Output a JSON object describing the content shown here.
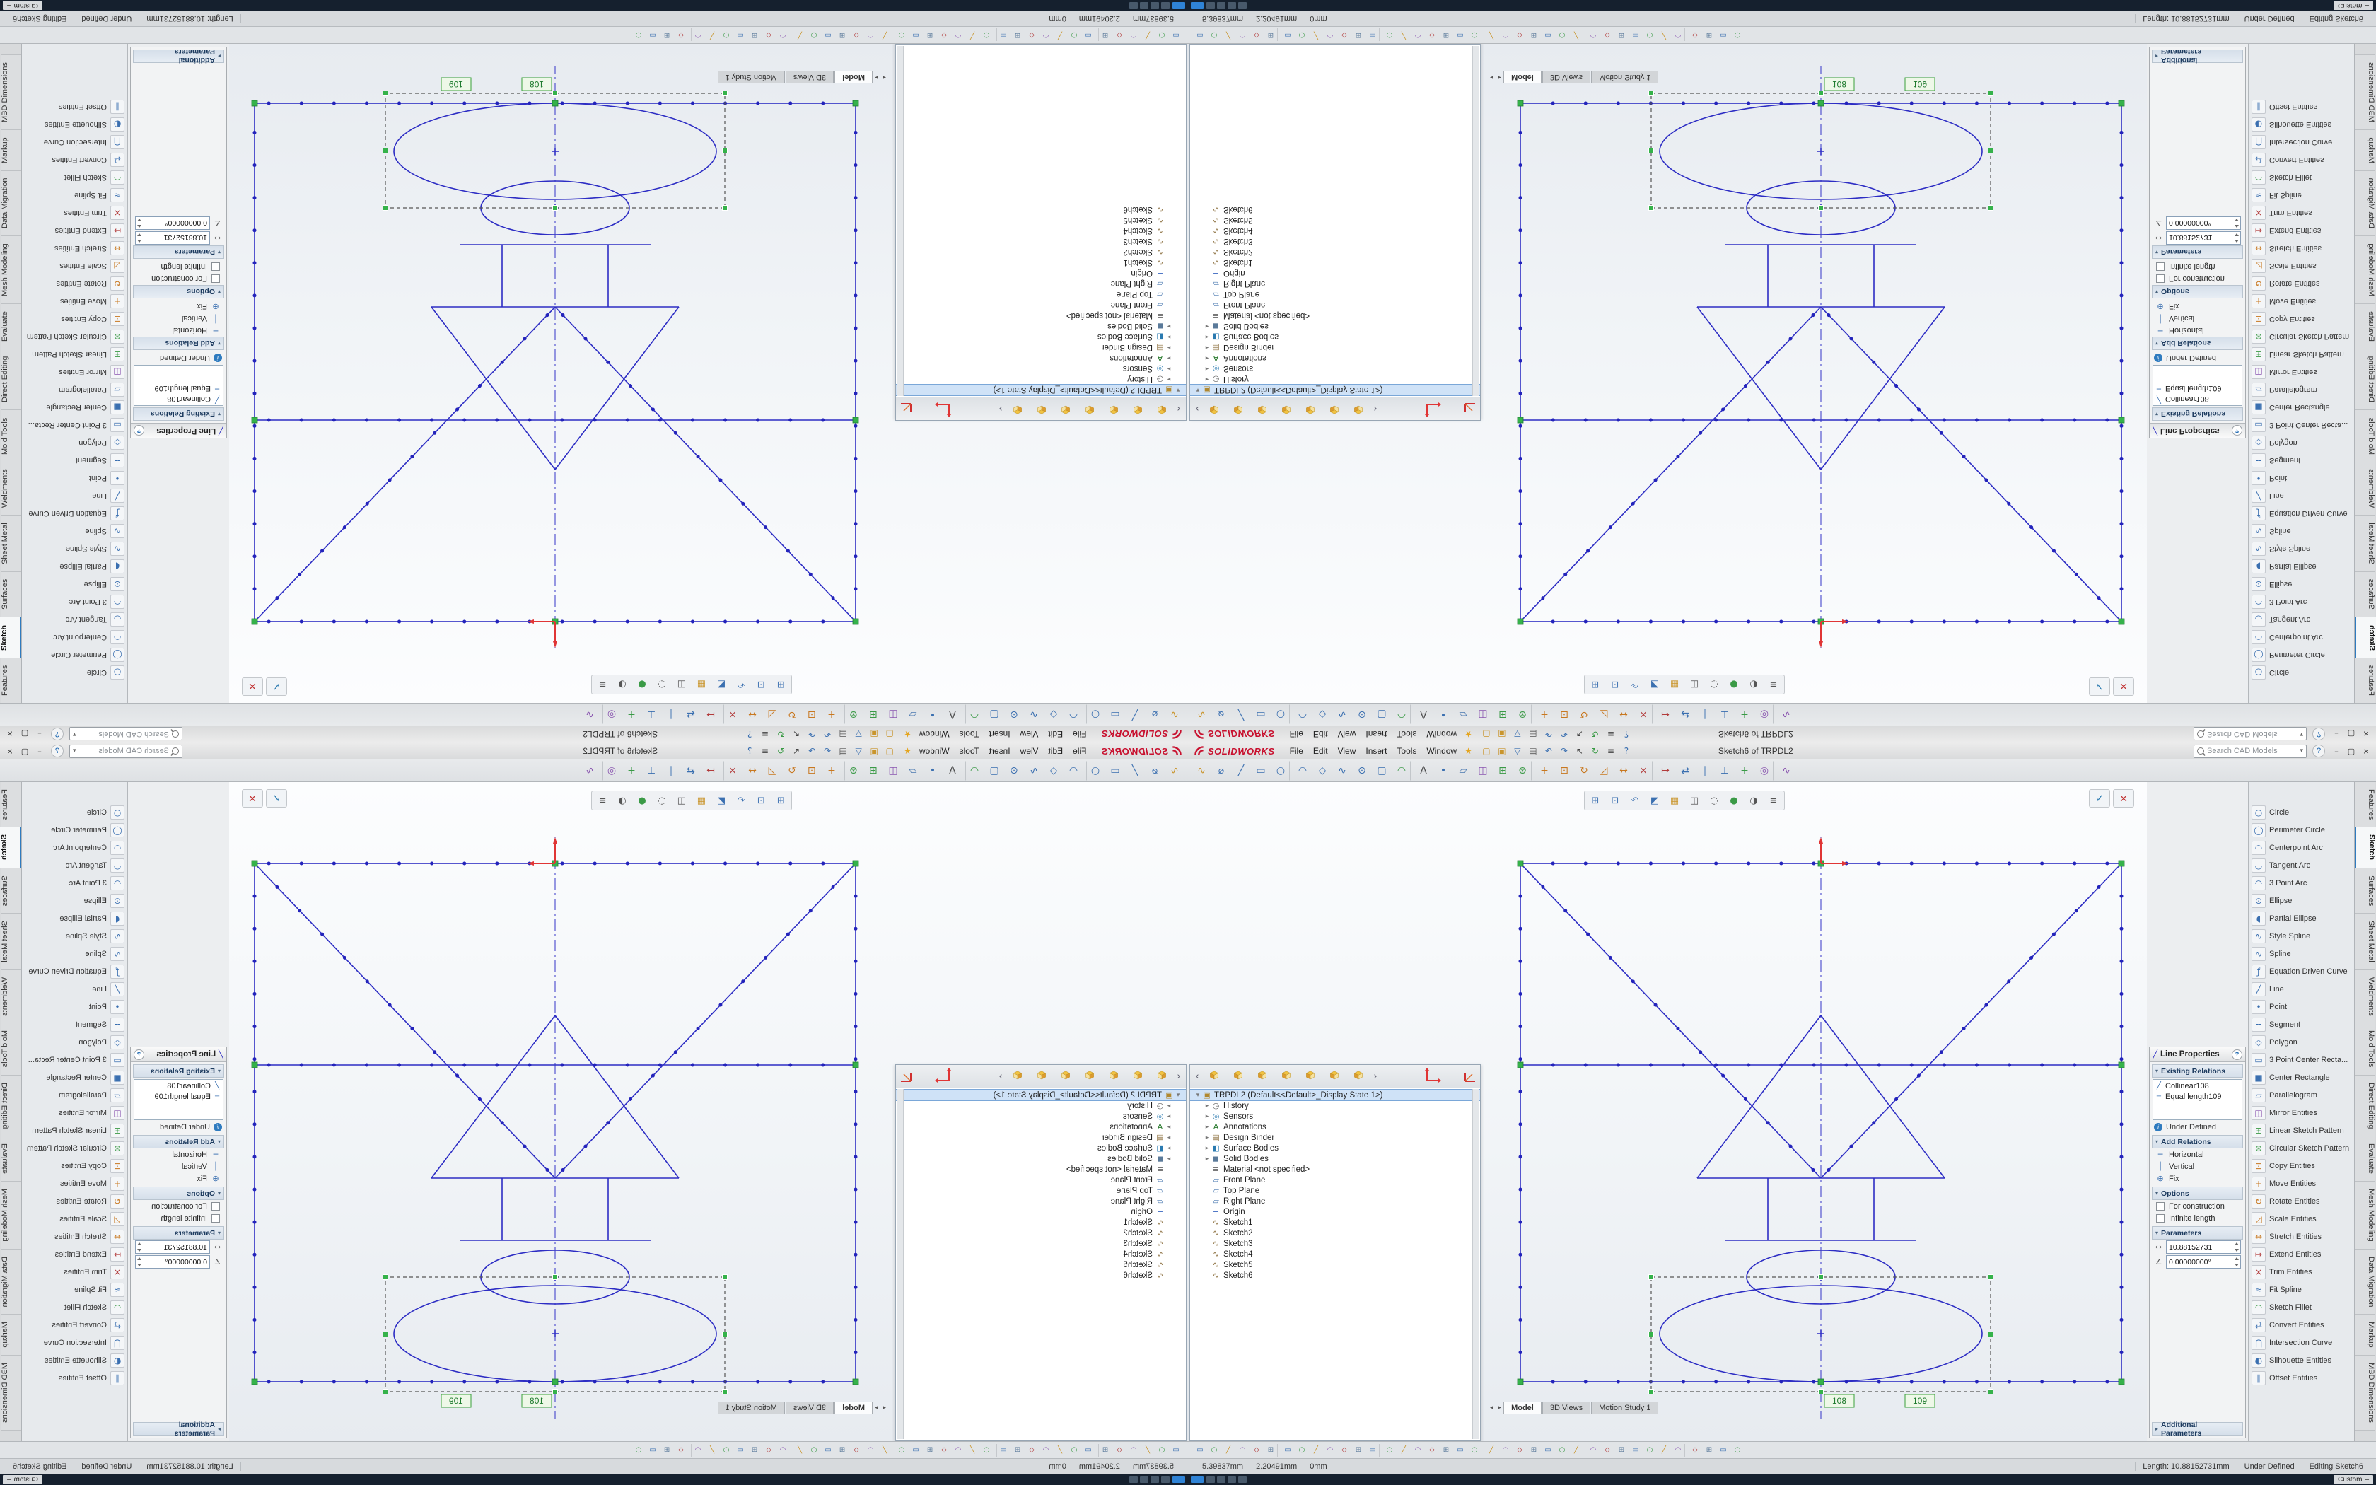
{
  "window": {
    "logo_text": "SOLIDWORKS",
    "menus": [
      "File",
      "Edit",
      "View",
      "Insert",
      "Tools",
      "Window"
    ],
    "doc_title": "Sketch6 of TRPDL2",
    "search_placeholder": "Search CAD Models",
    "quick_access_icons": [
      "new",
      "open",
      "save",
      "print",
      "undo",
      "redo",
      "select",
      "rebuild",
      "options",
      "help"
    ],
    "controls": [
      "minimize",
      "restore",
      "close"
    ]
  },
  "commandmanager_icons": [
    "exit-sketch",
    "smart-dimension",
    "line",
    "corner-rectangle",
    "circle",
    "centerpoint-arc",
    "polygon",
    "spline",
    "ellipse",
    "slot",
    "fillet",
    "text",
    "point",
    "plane",
    "mirror",
    "linear-pattern",
    "circular-pattern",
    "move",
    "copy",
    "rotate",
    "scale",
    "stretch",
    "trim",
    "extend",
    "convert",
    "offset",
    "display-relations",
    "repair-sketch",
    "quick-snaps",
    "rapid-sketch"
  ],
  "headsup_icons": [
    "zoom-fit",
    "zoom-area",
    "previous-view",
    "section-view",
    "view-orientation",
    "display-style",
    "hide-show",
    "appearance",
    "scene",
    "settings"
  ],
  "confirmation_corner": [
    "confirm",
    "cancel"
  ],
  "view_cube_buttons": [
    "front",
    "back",
    "left",
    "right",
    "top",
    "bottom",
    "isometric"
  ],
  "tree": {
    "items": [
      {
        "icon": "part",
        "label": "TRPDL2 (Default<<Default>_Display State 1>)",
        "arrow": "▾",
        "indent": 0,
        "selected": true
      },
      {
        "icon": "history",
        "label": "History",
        "arrow": "▸",
        "indent": 1
      },
      {
        "icon": "sensors",
        "label": "Sensors",
        "arrow": "▸",
        "indent": 1
      },
      {
        "icon": "annotations",
        "label": "Annotations",
        "arrow": "▸",
        "indent": 1
      },
      {
        "icon": "binder",
        "label": "Design Binder",
        "arrow": "▸",
        "indent": 1
      },
      {
        "icon": "surface-bodies",
        "label": "Surface Bodies",
        "arrow": "▸",
        "indent": 1
      },
      {
        "icon": "solid-bodies",
        "label": "Solid Bodies",
        "arrow": "▸",
        "indent": 1
      },
      {
        "icon": "material",
        "label": "Material <not specified>",
        "arrow": "",
        "indent": 1
      },
      {
        "icon": "plane",
        "label": "Front Plane",
        "arrow": "",
        "indent": 1
      },
      {
        "icon": "plane",
        "label": "Top Plane",
        "arrow": "",
        "indent": 1
      },
      {
        "icon": "plane",
        "label": "Right Plane",
        "arrow": "",
        "indent": 1
      },
      {
        "icon": "origin",
        "label": "Origin",
        "arrow": "",
        "indent": 1
      },
      {
        "icon": "sketch",
        "label": "Sketch1",
        "arrow": "",
        "indent": 1
      },
      {
        "icon": "sketch",
        "label": "Sketch2",
        "arrow": "",
        "indent": 1
      },
      {
        "icon": "sketch",
        "label": "Sketch3",
        "arrow": "",
        "indent": 1
      },
      {
        "icon": "sketch",
        "label": "Sketch4",
        "arrow": "",
        "indent": 1
      },
      {
        "icon": "sketch",
        "label": "Sketch5",
        "arrow": "",
        "indent": 1
      },
      {
        "icon": "sketch",
        "label": "Sketch6",
        "arrow": "",
        "indent": 1
      }
    ]
  },
  "sketch": {
    "relation_tags": [
      "108",
      "109"
    ]
  },
  "property_manager": {
    "title": "Line Properties",
    "existing_relations": {
      "label": "Existing Relations",
      "items": [
        {
          "icon": "collinear",
          "label": "Collinear108"
        },
        {
          "icon": "equal",
          "label": "Equal length109"
        }
      ],
      "status": "Under Defined"
    },
    "add_relations": {
      "label": "Add Relations",
      "items": [
        {
          "icon": "horizontal",
          "label": "Horizontal"
        },
        {
          "icon": "vertical",
          "label": "Vertical"
        },
        {
          "icon": "fix",
          "label": "Fix"
        }
      ]
    },
    "options": {
      "label": "Options",
      "items": [
        {
          "label": "For construction"
        },
        {
          "label": "Infinite length"
        }
      ]
    },
    "parameters": {
      "label": "Parameters",
      "fields": [
        {
          "icon": "length",
          "value": "10.88152731"
        },
        {
          "icon": "angle",
          "value": "0.00000000°"
        }
      ]
    },
    "additional_parameters": {
      "label": "Additional Parameters"
    }
  },
  "palette": {
    "items": [
      {
        "icon": "circle",
        "label": "Circle"
      },
      {
        "icon": "perimeter-circle",
        "label": "Perimeter Circle"
      },
      {
        "icon": "centerpoint-arc",
        "label": "Centerpoint Arc"
      },
      {
        "icon": "tangent-arc",
        "label": "Tangent Arc"
      },
      {
        "icon": "three-point-arc",
        "label": "3 Point Arc"
      },
      {
        "icon": "ellipse",
        "label": "Ellipse"
      },
      {
        "icon": "partial-ellipse",
        "label": "Partial Ellipse"
      },
      {
        "icon": "style-spline",
        "label": "Style Spline"
      },
      {
        "icon": "spline",
        "label": "Spline"
      },
      {
        "icon": "equation-curve",
        "label": "Equation Driven Curve"
      },
      {
        "icon": "line",
        "label": "Line"
      },
      {
        "icon": "point",
        "label": "Point"
      },
      {
        "icon": "segment",
        "label": "Segment"
      },
      {
        "icon": "polygon",
        "label": "Polygon"
      },
      {
        "icon": "three-point-center-rect",
        "label": "3 Point Center Recta..."
      },
      {
        "icon": "center-rect",
        "label": "Center Rectangle"
      },
      {
        "icon": "parallelogram",
        "label": "Parallelogram"
      },
      {
        "icon": "mirror",
        "label": "Mirror Entities"
      },
      {
        "icon": "linear-pattern",
        "label": "Linear Sketch Pattern"
      },
      {
        "icon": "circular-pattern",
        "label": "Circular Sketch Pattern"
      },
      {
        "icon": "copy",
        "label": "Copy Entities"
      },
      {
        "icon": "move",
        "label": "Move Entities"
      },
      {
        "icon": "rotate",
        "label": "Rotate Entities"
      },
      {
        "icon": "scale",
        "label": "Scale Entities"
      },
      {
        "icon": "stretch",
        "label": "Stretch Entities"
      },
      {
        "icon": "extend",
        "label": "Extend Entities"
      },
      {
        "icon": "trim",
        "label": "Trim Entities"
      },
      {
        "icon": "fit-spline",
        "label": "Fit Spline"
      },
      {
        "icon": "fillet",
        "label": "Sketch Fillet"
      },
      {
        "icon": "convert",
        "label": "Convert Entities"
      },
      {
        "icon": "intersection-curve",
        "label": "Intersection Curve"
      },
      {
        "icon": "silhouette",
        "label": "Silhouette Entities"
      },
      {
        "icon": "offset",
        "label": "Offset Entities"
      }
    ]
  },
  "command_tabs": [
    {
      "label": "Features"
    },
    {
      "label": "Sketch",
      "active": true
    },
    {
      "label": "Surfaces"
    },
    {
      "label": "Sheet Metal"
    },
    {
      "label": "Weldments"
    },
    {
      "label": "Mold Tools"
    },
    {
      "label": "Direct Editing"
    },
    {
      "label": "Evaluate"
    },
    {
      "label": "Mesh Modeling"
    },
    {
      "label": "Data Migration"
    },
    {
      "label": "Markup"
    },
    {
      "label": "MBD Dimensions"
    }
  ],
  "model_tabs": [
    {
      "label": "Model",
      "active": true
    },
    {
      "label": "3D Views"
    },
    {
      "label": "Motion Study 1"
    }
  ],
  "bottom_toolbar": {
    "count": 38
  },
  "status_bar": {
    "coords": [
      "5.39837mm",
      "2.20491mm",
      "0mm"
    ],
    "length": "Length: 10.88152731mm",
    "state": "Under Defined",
    "editing": "Editing Sketch6",
    "units": "Custom"
  }
}
